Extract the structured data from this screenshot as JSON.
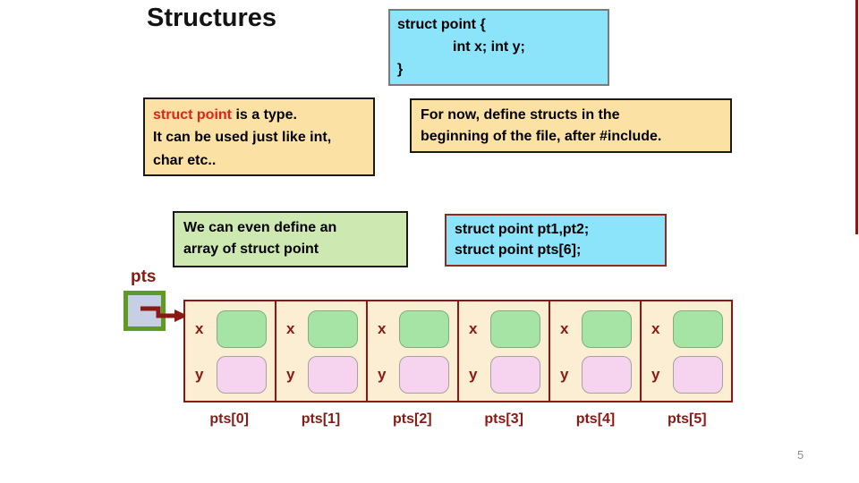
{
  "slide": {
    "title": "Structures",
    "page_number": "5"
  },
  "code_box": {
    "line1": "struct point {",
    "line2": "int x; int y;",
    "line3": "}"
  },
  "note_type": {
    "highlight": "struct point",
    "rest": " is a type.",
    "line2": "It can be used just like int,",
    "line3": "char etc.."
  },
  "note_define": {
    "line1": "For now, define structs in the",
    "line2": "beginning of the file, after #include."
  },
  "note_array": {
    "line1": "We can even define an",
    "line2": "array of struct point"
  },
  "decl_box": {
    "line1": "struct point pt1,pt2;",
    "line2": "struct point pts[6];"
  },
  "diagram": {
    "pointer_label": "pts",
    "field_x_label": "x",
    "field_y_label": "y",
    "cells": [
      {
        "label": "pts[0]"
      },
      {
        "label": "pts[1]"
      },
      {
        "label": "pts[2]"
      },
      {
        "label": "pts[3]"
      },
      {
        "label": "pts[4]"
      },
      {
        "label": "pts[5]"
      }
    ]
  },
  "colors": {
    "code_bg": "#8BE4FA",
    "note_bg": "#FBE1A4",
    "array_note_bg": "#CDE9B1",
    "cell_bg": "#FCEED3",
    "maroon_accent": "#8B1813",
    "keyword_red": "#E0231A",
    "slot_green": "#A5E4A5",
    "slot_pink": "#F6D3EE",
    "pointer_fill": "#C6CFE3",
    "pointer_border": "#5F9A23"
  }
}
